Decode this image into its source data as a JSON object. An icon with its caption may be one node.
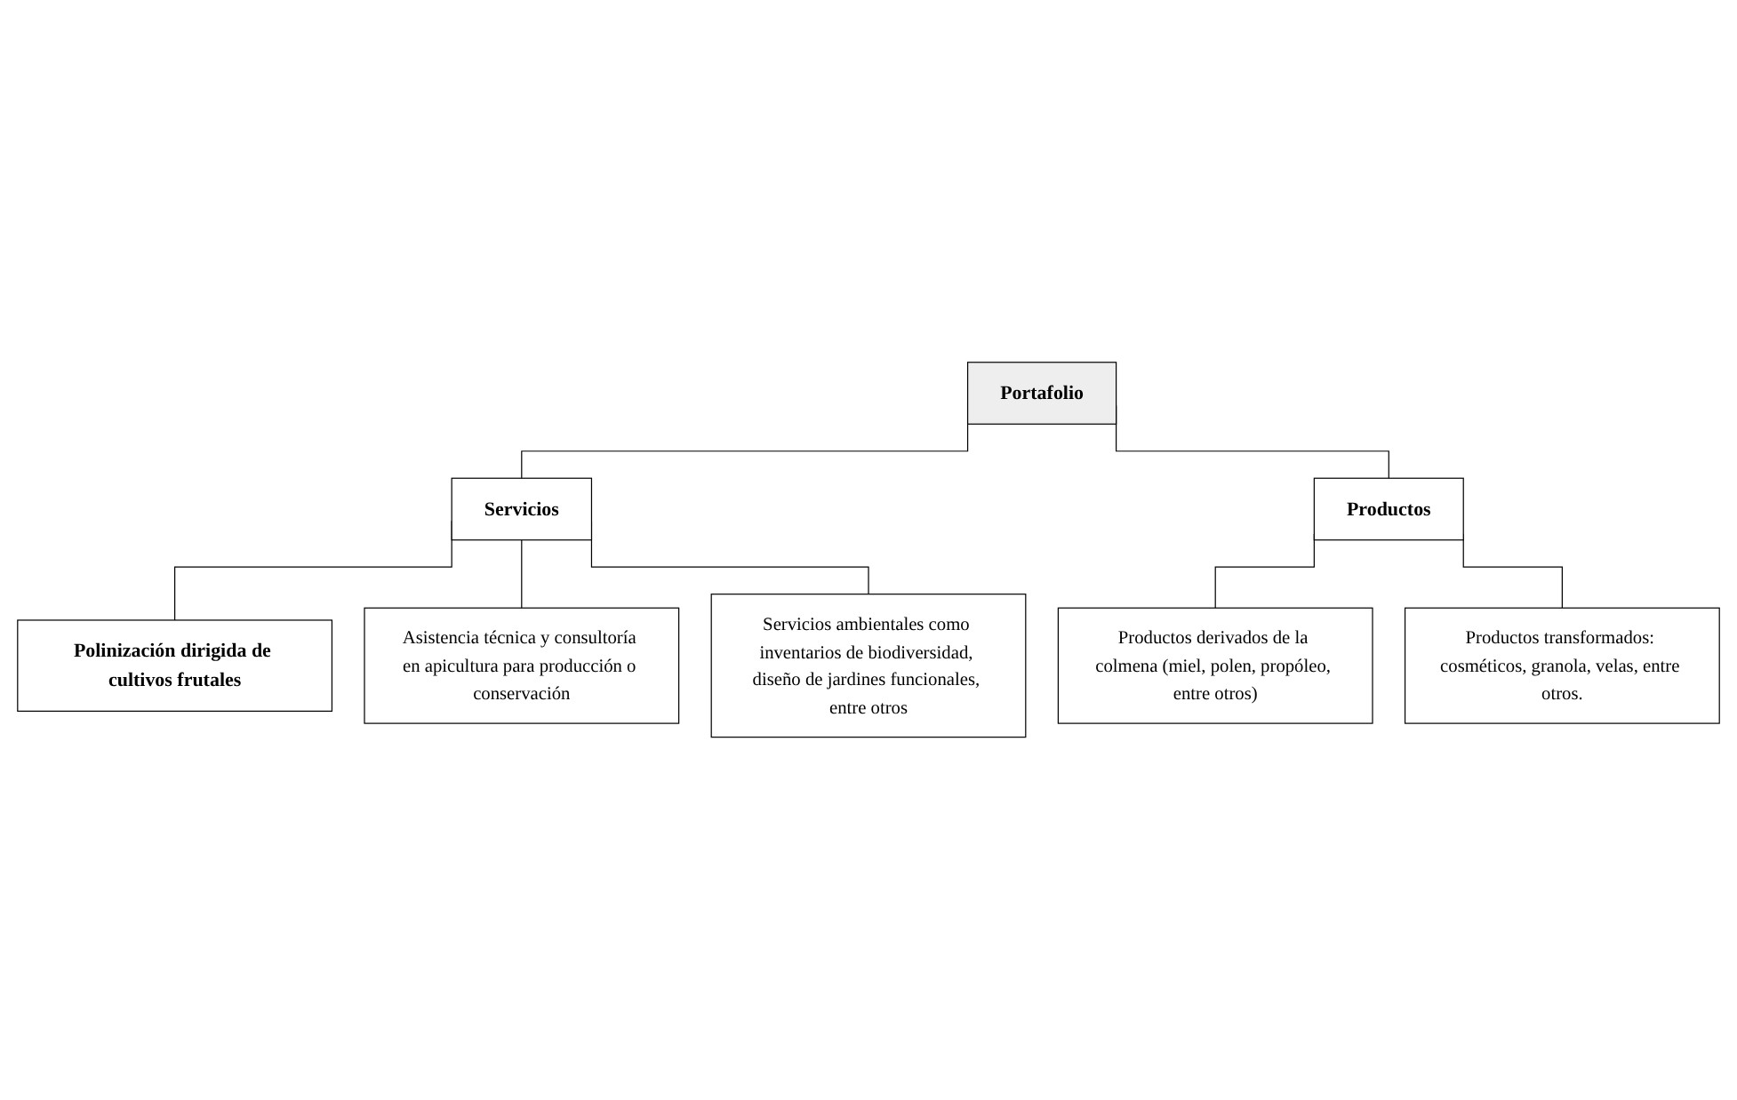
{
  "diagram": {
    "nodes": [
      {
        "text": [
          "Portafolio"
        ]
      },
      {
        "text": [
          "Servicios"
        ]
      },
      {
        "text": [
          "Productos"
        ]
      },
      {
        "text": [
          "Polinización dirigida de cultivos frutales"
        ]
      },
      {
        "text": [
          "Asistencia técnica y consultoría en apicultura para producción o conservación"
        ]
      },
      {
        "text": [
          "Servicios ambientales como inventarios de biodiversidad, diseño de jardines funcionales, entre otros"
        ]
      },
      {
        "text": [
          "Productos derivados de la colmena (miel, polen, propóleo, entre otros)"
        ]
      },
      {
        "text": [
          "Productos transformados: cosméticos, granola, velas, entre otros."
        ]
      }
    ],
    "edges": [
      {
        "from": 0,
        "to": 1,
        "arrow": "none"
      },
      {
        "from": 0,
        "to": 2,
        "arrow": "none"
      },
      {
        "from": 1,
        "to": 3,
        "arrow": "none"
      },
      {
        "from": 1,
        "to": 4,
        "arrow": "none"
      },
      {
        "from": 1,
        "to": 5,
        "arrow": "none"
      },
      {
        "from": 2,
        "to": 6,
        "arrow": "none"
      },
      {
        "from": 2,
        "to": 7,
        "arrow": "none"
      }
    ]
  }
}
